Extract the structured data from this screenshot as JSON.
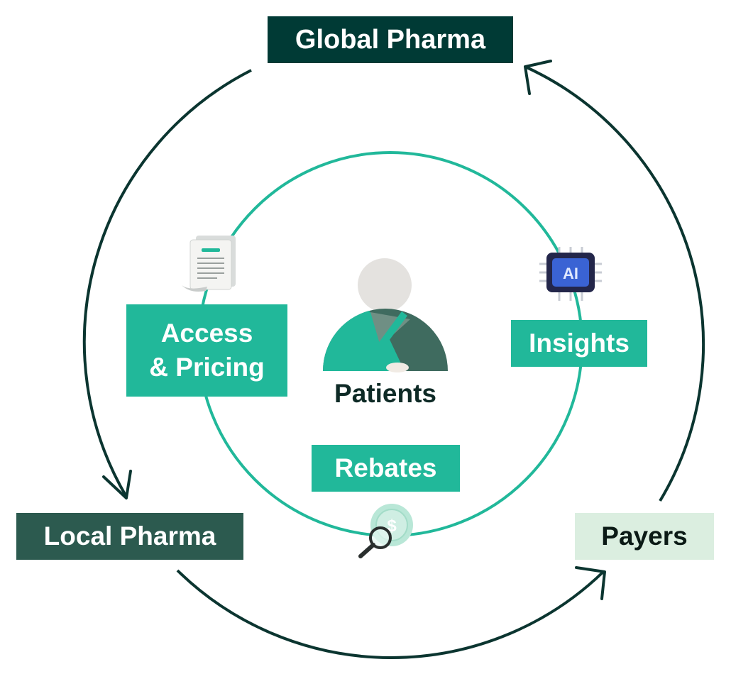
{
  "nodes": {
    "global_pharma": "Global Pharma",
    "local_pharma": "Local Pharma",
    "payers": "Payers"
  },
  "inner": {
    "access_line1": "Access",
    "access_line2": "& Pricing",
    "insights": "Insights",
    "rebates": "Rebates",
    "patients": "Patients",
    "ai_chip_text": "AI"
  },
  "icons": [
    "document-icon",
    "ai-chip-icon",
    "patient-avatar-icon",
    "coin-magnifier-icon"
  ],
  "colors": {
    "dark_teal": "#003a35",
    "deep_green": "#2c5a4f",
    "mint": "#dbeee0",
    "teal": "#21b89a"
  }
}
